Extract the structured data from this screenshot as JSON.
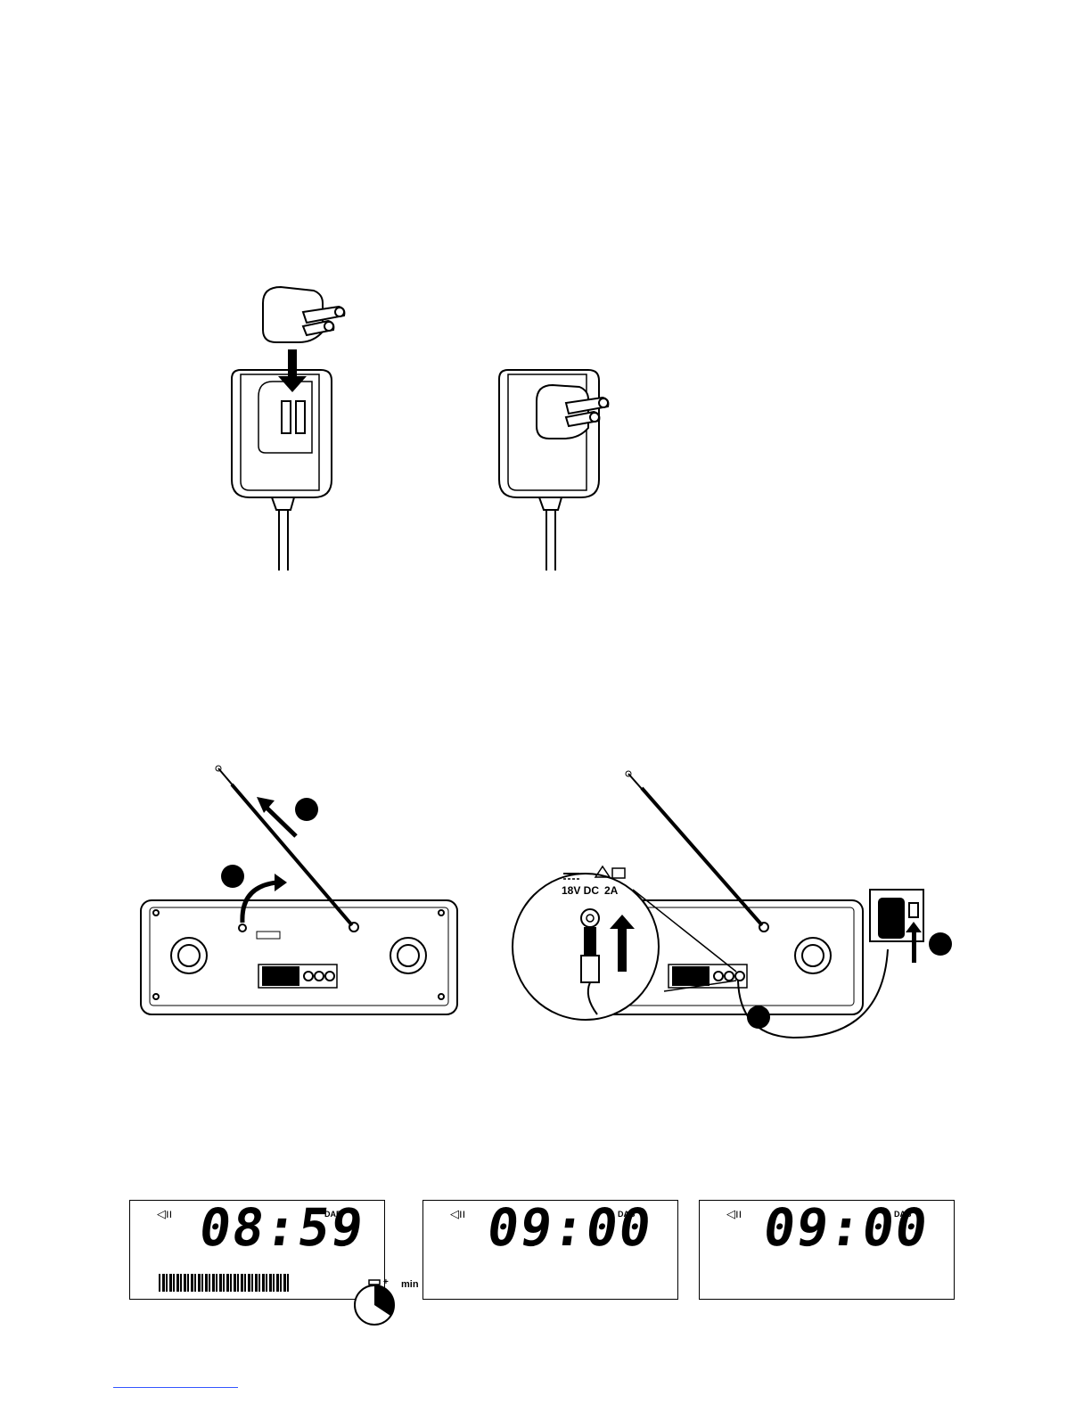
{
  "figure_plug": {},
  "figure_radio": {
    "power_label": "18V DC",
    "current_label": "2A"
  },
  "figure_display": {
    "panels": [
      {
        "time": "08:59",
        "band": "DAB",
        "speaker_icon": "speaker-icon",
        "has_progress": true
      },
      {
        "time": "09:00",
        "band": "DAB",
        "speaker_icon": "speaker-icon",
        "has_progress": false
      },
      {
        "time": "09:00",
        "band": "DAB",
        "speaker_icon": "speaker-icon",
        "has_progress": false
      }
    ],
    "timer_label": "min",
    "timer_plus": "+"
  }
}
